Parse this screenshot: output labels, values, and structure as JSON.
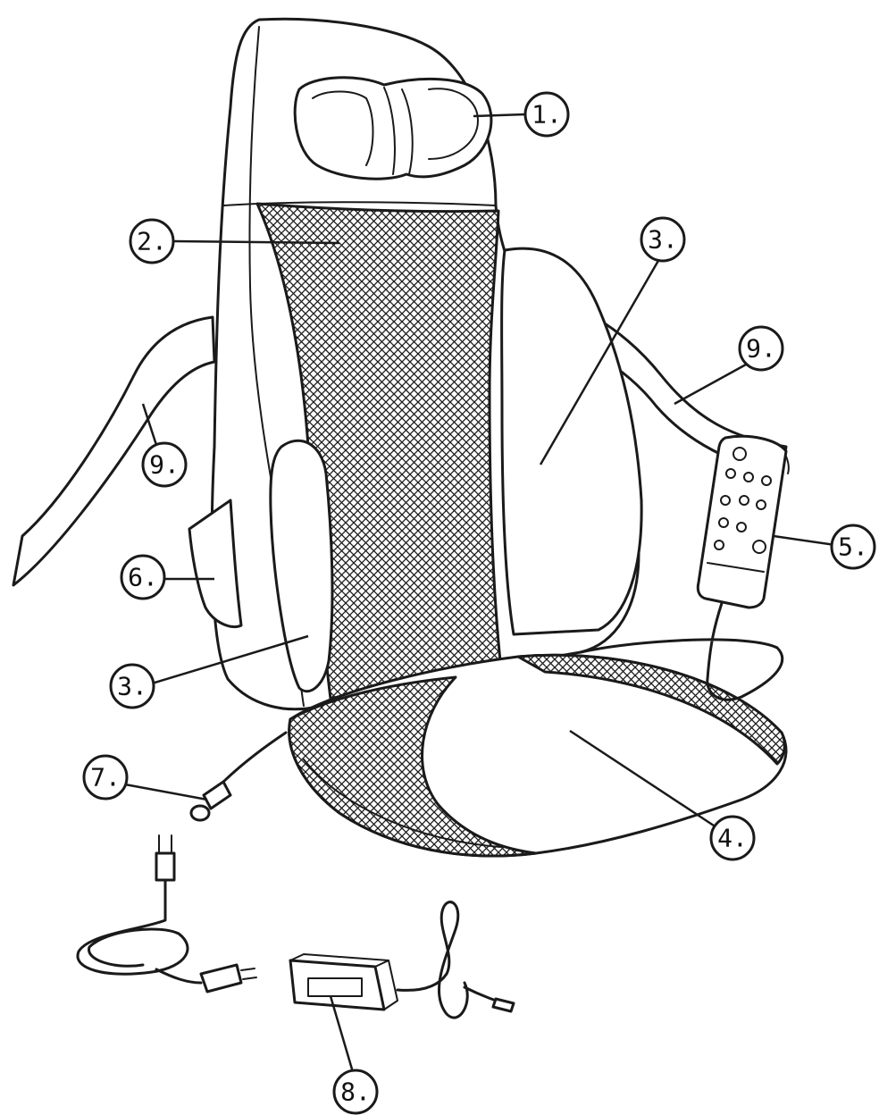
{
  "callouts": [
    {
      "id": "c1",
      "label": "1."
    },
    {
      "id": "c2",
      "label": "2."
    },
    {
      "id": "c3a",
      "label": "3."
    },
    {
      "id": "c9a",
      "label": "9."
    },
    {
      "id": "c9b",
      "label": "9."
    },
    {
      "id": "c5",
      "label": "5."
    },
    {
      "id": "c6",
      "label": "6."
    },
    {
      "id": "c3b",
      "label": "3."
    },
    {
      "id": "c7",
      "label": "7."
    },
    {
      "id": "c4",
      "label": "4."
    },
    {
      "id": "c8",
      "label": "8."
    }
  ]
}
